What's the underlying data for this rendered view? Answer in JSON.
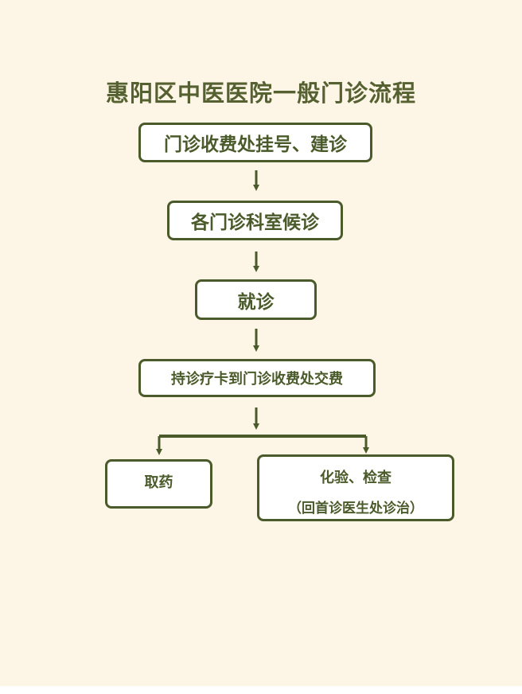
{
  "title": "惠阳区中医医院一般门诊流程",
  "steps": [
    {
      "label": "门诊收费处挂号、建诊"
    },
    {
      "label": "各门诊科室候诊"
    },
    {
      "label": "就诊"
    },
    {
      "label": "持诊疗卡到门诊收费处交费"
    }
  ],
  "branches": [
    {
      "label": "取药"
    },
    {
      "label": "化验、检查",
      "note": "（回首诊医生处诊治）"
    }
  ],
  "colors": {
    "background": "#fdf5e6",
    "border": "#4b5a2a",
    "text": "#4b5a2a"
  }
}
